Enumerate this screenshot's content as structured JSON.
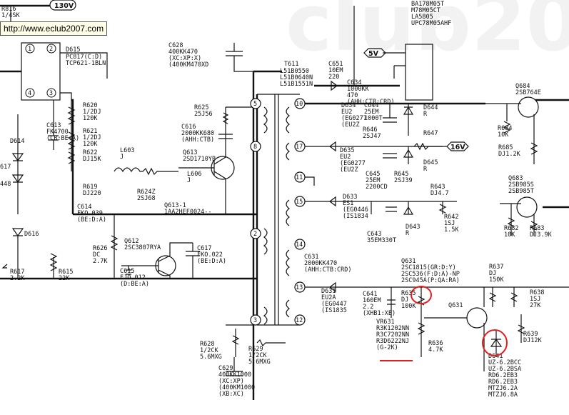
{
  "tooltip": {
    "url": "http://www.eclub2007.com"
  },
  "supply_labels": [
    "130V",
    "5V",
    "16V"
  ],
  "ic_list": [
    "BA178M05T",
    "M78M05CT",
    "LA5805",
    "UPC78M05AHF"
  ],
  "transformer": {
    "ref": "T611",
    "parts": [
      "L51B0550",
      "L51B0640N",
      "L51B1551N"
    ],
    "pins": [
      "5",
      "8",
      "2",
      "3",
      "10",
      "17",
      "11",
      "15",
      "14",
      "13",
      "12"
    ]
  },
  "opto": {
    "ref": "D615",
    "parts": [
      "PC817(C:D)",
      "TCP621-1BLN"
    ],
    "pins": [
      "1",
      "2",
      "3",
      "4"
    ]
  },
  "components": [
    {
      "id": "r816",
      "lines": [
        "R816",
        "1/4SK"
      ]
    },
    {
      "id": "c628",
      "lines": [
        "C628",
        "400KK470",
        "(XC:XP:X)",
        "(400KM470XD"
      ]
    },
    {
      "id": "c651",
      "lines": [
        "C651",
        "10EM",
        "220"
      ]
    },
    {
      "id": "c634",
      "lines": [
        "C634",
        "1000KK",
        "470",
        "(AHH:CTB:CRD)"
      ]
    },
    {
      "id": "q684",
      "lines": [
        "Q684",
        "2SB764E"
      ]
    },
    {
      "id": "r620",
      "lines": [
        "R620",
        "1/2DJ",
        "120K"
      ]
    },
    {
      "id": "r621",
      "lines": [
        "R621",
        "1/2DJ",
        "120K"
      ]
    },
    {
      "id": "r622",
      "lines": [
        "R622",
        "DJ15K"
      ]
    },
    {
      "id": "c613",
      "lines": [
        "C613",
        "FK4700",
        "(CB:BE:A)"
      ]
    },
    {
      "id": "d614",
      "lines": [
        "D614"
      ]
    },
    {
      "id": "r625",
      "lines": [
        "R625",
        "25J56"
      ]
    },
    {
      "id": "c616",
      "lines": [
        "C616",
        "2000KK680",
        "(AHH:CTB)"
      ]
    },
    {
      "id": "q613",
      "lines": [
        "Q613",
        "2SD1710YB"
      ]
    },
    {
      "id": "l606",
      "lines": [
        "L606",
        "J"
      ]
    },
    {
      "id": "l603",
      "lines": [
        "L603",
        "J"
      ]
    },
    {
      "id": "r624",
      "lines": [
        "R624Z",
        "2SJ68"
      ]
    },
    {
      "id": "q613-1",
      "lines": [
        "Q613-1",
        "1AA2HEF0024--"
      ]
    },
    {
      "id": "c644",
      "lines": [
        "C644",
        "25EM",
        "1000T"
      ]
    },
    {
      "id": "d644",
      "lines": [
        "D644",
        "R"
      ]
    },
    {
      "id": "d634",
      "lines": [
        "D634",
        "EU2",
        "(EG0277",
        "(EU2Z"
      ]
    },
    {
      "id": "r646",
      "lines": [
        "R646",
        "2SJ47"
      ]
    },
    {
      "id": "r647",
      "lines": [
        "R647"
      ]
    },
    {
      "id": "r684",
      "lines": [
        "R684",
        "10K"
      ]
    },
    {
      "id": "r685",
      "lines": [
        "R685",
        "DJ1.2K"
      ]
    },
    {
      "id": "d635",
      "lines": [
        "D635",
        "EU2",
        "(EG0277",
        "(EU2Z"
      ]
    },
    {
      "id": "c645",
      "lines": [
        "C645",
        "25EM",
        "2200CD"
      ]
    },
    {
      "id": "r645",
      "lines": [
        "R645",
        "2SJ39"
      ]
    },
    {
      "id": "d645",
      "lines": [
        "D645",
        "R"
      ]
    },
    {
      "id": "r619",
      "lines": [
        "R619",
        "DJ220"
      ]
    },
    {
      "id": "c614",
      "lines": [
        "C614",
        "FKO.039",
        "(BE:D:A)"
      ]
    },
    {
      "id": "d633",
      "lines": [
        "D633",
        "ES1",
        "(EG0446",
        "(IS1834"
      ]
    },
    {
      "id": "c643",
      "lines": [
        "C643",
        "35EM330T"
      ]
    },
    {
      "id": "d643",
      "lines": [
        "D643",
        "R"
      ]
    },
    {
      "id": "r643",
      "lines": [
        "R643",
        "DJ4.7"
      ]
    },
    {
      "id": "r642",
      "lines": [
        "R642",
        "1SJ",
        "1.5K"
      ]
    },
    {
      "id": "q683",
      "lines": [
        "Q683",
        "2SB985S",
        "2SB985T"
      ]
    },
    {
      "id": "r682",
      "lines": [
        "R682",
        "10K"
      ]
    },
    {
      "id": "r683",
      "lines": [
        "R683",
        "DJ3.9K"
      ]
    },
    {
      "id": "d616",
      "lines": [
        "D616"
      ]
    },
    {
      "id": "r626",
      "lines": [
        "R626",
        "DC",
        "2.7K"
      ]
    },
    {
      "id": "q612",
      "lines": [
        "Q612",
        "2SC3807RYA"
      ]
    },
    {
      "id": "c617",
      "lines": [
        "C617",
        "FKO.022",
        "(BE:D:A)"
      ]
    },
    {
      "id": "c615",
      "lines": [
        "C615",
        "FJO.012",
        "(D:BE:A)"
      ]
    },
    {
      "id": "r617",
      "lines": [
        "R617",
        "2.2K"
      ]
    },
    {
      "id": "r615",
      "lines": [
        "R615",
        "22K"
      ]
    },
    {
      "id": "c631",
      "lines": [
        "C631",
        "2000KK470",
        "(AHH:CTB:CRD)"
      ]
    },
    {
      "id": "q631a",
      "lines": [
        "Q631",
        "2SC1815(GR:D:Y)",
        "2SC536(F:D:A)-NP",
        "2SC945A(P:QA:RA)"
      ]
    },
    {
      "id": "r637",
      "lines": [
        "R637",
        "DJ",
        "150K"
      ]
    },
    {
      "id": "r638",
      "lines": [
        "R638",
        "1SJ",
        "27K"
      ]
    },
    {
      "id": "d631",
      "lines": [
        "D631",
        "EU2A",
        "(EG0447",
        "(IS1835"
      ]
    },
    {
      "id": "c641",
      "lines": [
        "C641",
        "160EM",
        "2.2",
        "(XHB1:XE)"
      ]
    },
    {
      "id": "r635",
      "lines": [
        "R635",
        "DJ",
        "100K"
      ]
    },
    {
      "id": "q631b",
      "lines": [
        "Q631"
      ]
    },
    {
      "id": "vr631",
      "lines": [
        "VR631",
        "R3K1202NN",
        "R3C7202NN",
        "R3D6222NJ",
        "(G-2K)"
      ]
    },
    {
      "id": "r636",
      "lines": [
        "R636",
        "4.7K"
      ]
    },
    {
      "id": "r639",
      "lines": [
        "R639",
        "DJ12K"
      ]
    },
    {
      "id": "d641",
      "lines": [
        "D641",
        "UZ-6.2BCC",
        "UZ-6.2BSA",
        "RD6.2EB3",
        "RD6.2EB3",
        "MTZJ6.2A",
        "MTZJ6.8A"
      ]
    },
    {
      "id": "r628",
      "lines": [
        "R628",
        "1/2CK",
        "5.6MXG"
      ]
    },
    {
      "id": "r629",
      "lines": [
        "R629",
        "1/2CK",
        "5.6MXG"
      ]
    },
    {
      "id": "c629",
      "lines": [
        "C629",
        "400KK1000",
        "(XC:XP)",
        "(400KM1000",
        "(XB:XC)"
      ]
    },
    {
      "id": "d617",
      "lines": [
        "617"
      ]
    },
    {
      "id": "d448",
      "lines": [
        "448"
      ]
    }
  ],
  "colors": {
    "ink": "#111111",
    "highlight": "#e02020",
    "tooltip_bg": "#ffffe8"
  }
}
